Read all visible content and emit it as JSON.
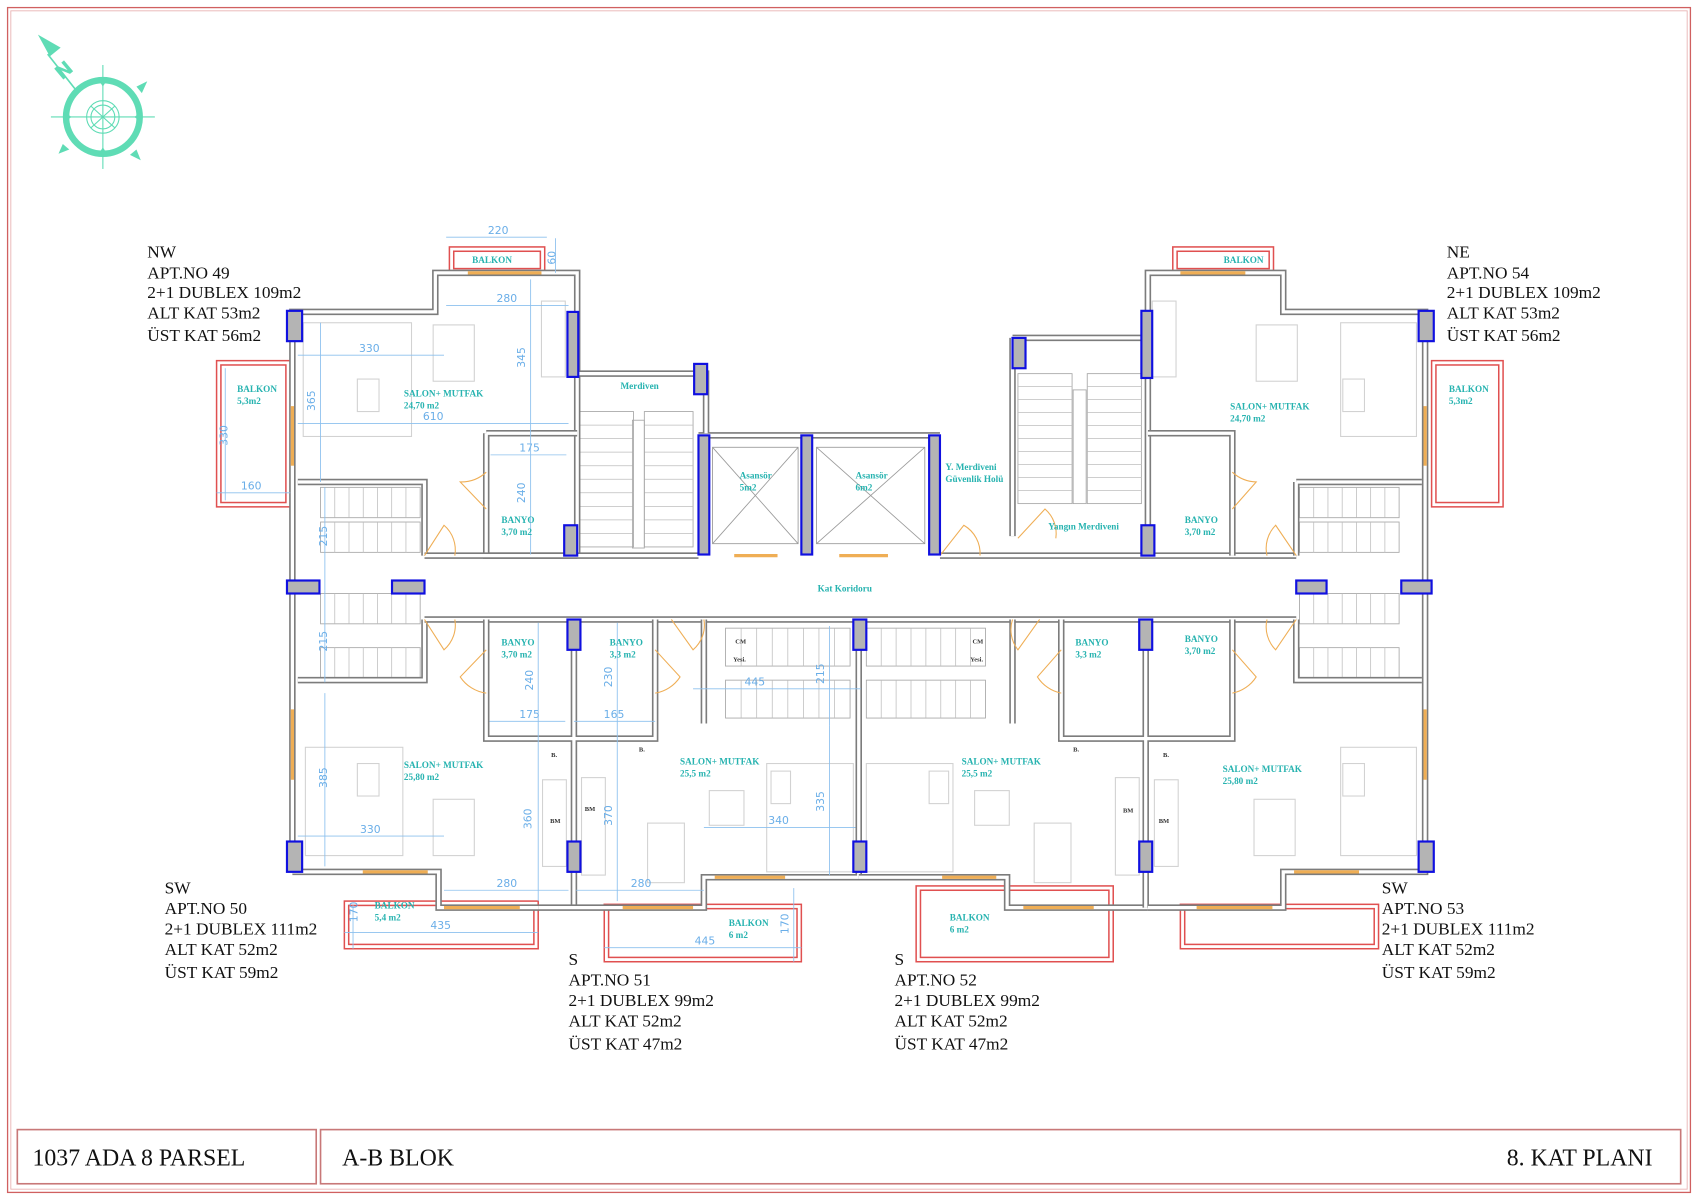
{
  "title_block": {
    "parcel": "1037 ADA 8 PARSEL",
    "block": "A-B BLOK",
    "plan": "8. KAT PLANI"
  },
  "compass": {
    "label": "N"
  },
  "apartments": [
    {
      "orientation": "NW",
      "apt_no": "APT.NO 49",
      "type": "2+1 DUBLEX 109m2",
      "lower": "ALT KAT 53m2",
      "upper": "ÜST KAT 56m2"
    },
    {
      "orientation": "NE",
      "apt_no": "APT.NO 54",
      "type": "2+1 DUBLEX 109m2",
      "lower": "ALT KAT 53m2",
      "upper": "ÜST KAT 56m2"
    },
    {
      "orientation": "SW",
      "apt_no": "APT.NO 50",
      "type": "2+1 DUBLEX  111m2",
      "lower": "ALT KAT 52m2",
      "upper": "ÜST KAT 59m2"
    },
    {
      "orientation": "S",
      "apt_no": "APT.NO 51",
      "type": "2+1 DUBLEX 99m2",
      "lower": "ALT KAT 52m2",
      "upper": "ÜST KAT 47m2"
    },
    {
      "orientation": "S",
      "apt_no": "APT.NO 52",
      "type": "2+1 DUBLEX 99m2",
      "lower": "ALT KAT 52m2",
      "upper": "ÜST KAT 47m2"
    },
    {
      "orientation": "SW",
      "apt_no": "APT.NO 53",
      "type": "2+1 DUBLEX 111m2",
      "lower": "ALT KAT 52m2",
      "upper": "ÜST KAT 59m2"
    }
  ],
  "rooms": [
    {
      "name": "BALKON"
    },
    {
      "name": "BALKON",
      "area": "5,3m2"
    },
    {
      "name": "SALON+ MUTFAK",
      "area": "24,70 m2"
    },
    {
      "name": "BANYO",
      "area": "3,70 m2"
    },
    {
      "name": "Merdiven"
    },
    {
      "name": "Asansör",
      "area": "5m2"
    },
    {
      "name": "Asansör",
      "area": "6m2"
    },
    {
      "name": "Y. Merdiveni",
      "area": "Güvenlik Holü"
    },
    {
      "name": "Yangın Merdiveni"
    },
    {
      "name": "Kat Koridoru"
    },
    {
      "name": "BALKON"
    },
    {
      "name": "SALON+ MUTFAK",
      "area": "24,70 m2"
    },
    {
      "name": "BALKON",
      "area": "5,3m2"
    },
    {
      "name": "BANYO",
      "area": "3,70 m2"
    },
    {
      "name": "BANYO",
      "area": "3,70 m2"
    },
    {
      "name": "BANYO",
      "area": "3,3 m2"
    },
    {
      "name": "SALON+ MUTFAK",
      "area": "25,80 m2"
    },
    {
      "name": "SALON+ MUTFAK",
      "area": "25,5 m2"
    },
    {
      "name": "SALON+ MUTFAK",
      "area": "25,5 m2"
    },
    {
      "name": "BANYO",
      "area": "3,3 m2"
    },
    {
      "name": "BANYO",
      "area": "3,70 m2"
    },
    {
      "name": "SALON+ MUTFAK",
      "area": "25,80 m2"
    },
    {
      "name": "BALKON",
      "area": "5,4 m2"
    },
    {
      "name": "BALKON",
      "area": "6 m2"
    },
    {
      "name": "BALKON",
      "area": "6 m2"
    }
  ],
  "dimensions": [
    "220",
    "60",
    "280",
    "330",
    "345",
    "365",
    "610",
    "330",
    "160",
    "175",
    "240",
    "215",
    "215",
    "240",
    "230",
    "175",
    "165",
    "445",
    "215",
    "385",
    "330",
    "360",
    "370",
    "335",
    "340",
    "280",
    "280",
    "170",
    "435",
    "445",
    "170"
  ],
  "fixtures": [
    "B.",
    "B.",
    "B.",
    "B.",
    "BM",
    "BM",
    "BM",
    "BM",
    "CM",
    "Yesi.",
    "CM",
    "Yesi."
  ],
  "colors": {
    "wall": "#7c7c7c",
    "column_border": "#1010e0",
    "balcony": "#e05050",
    "window": "#efae55",
    "room_label": "#27b3b0",
    "dimension": "#6aaee8",
    "compass": "#5fdcb5",
    "frame": "#c87878"
  }
}
